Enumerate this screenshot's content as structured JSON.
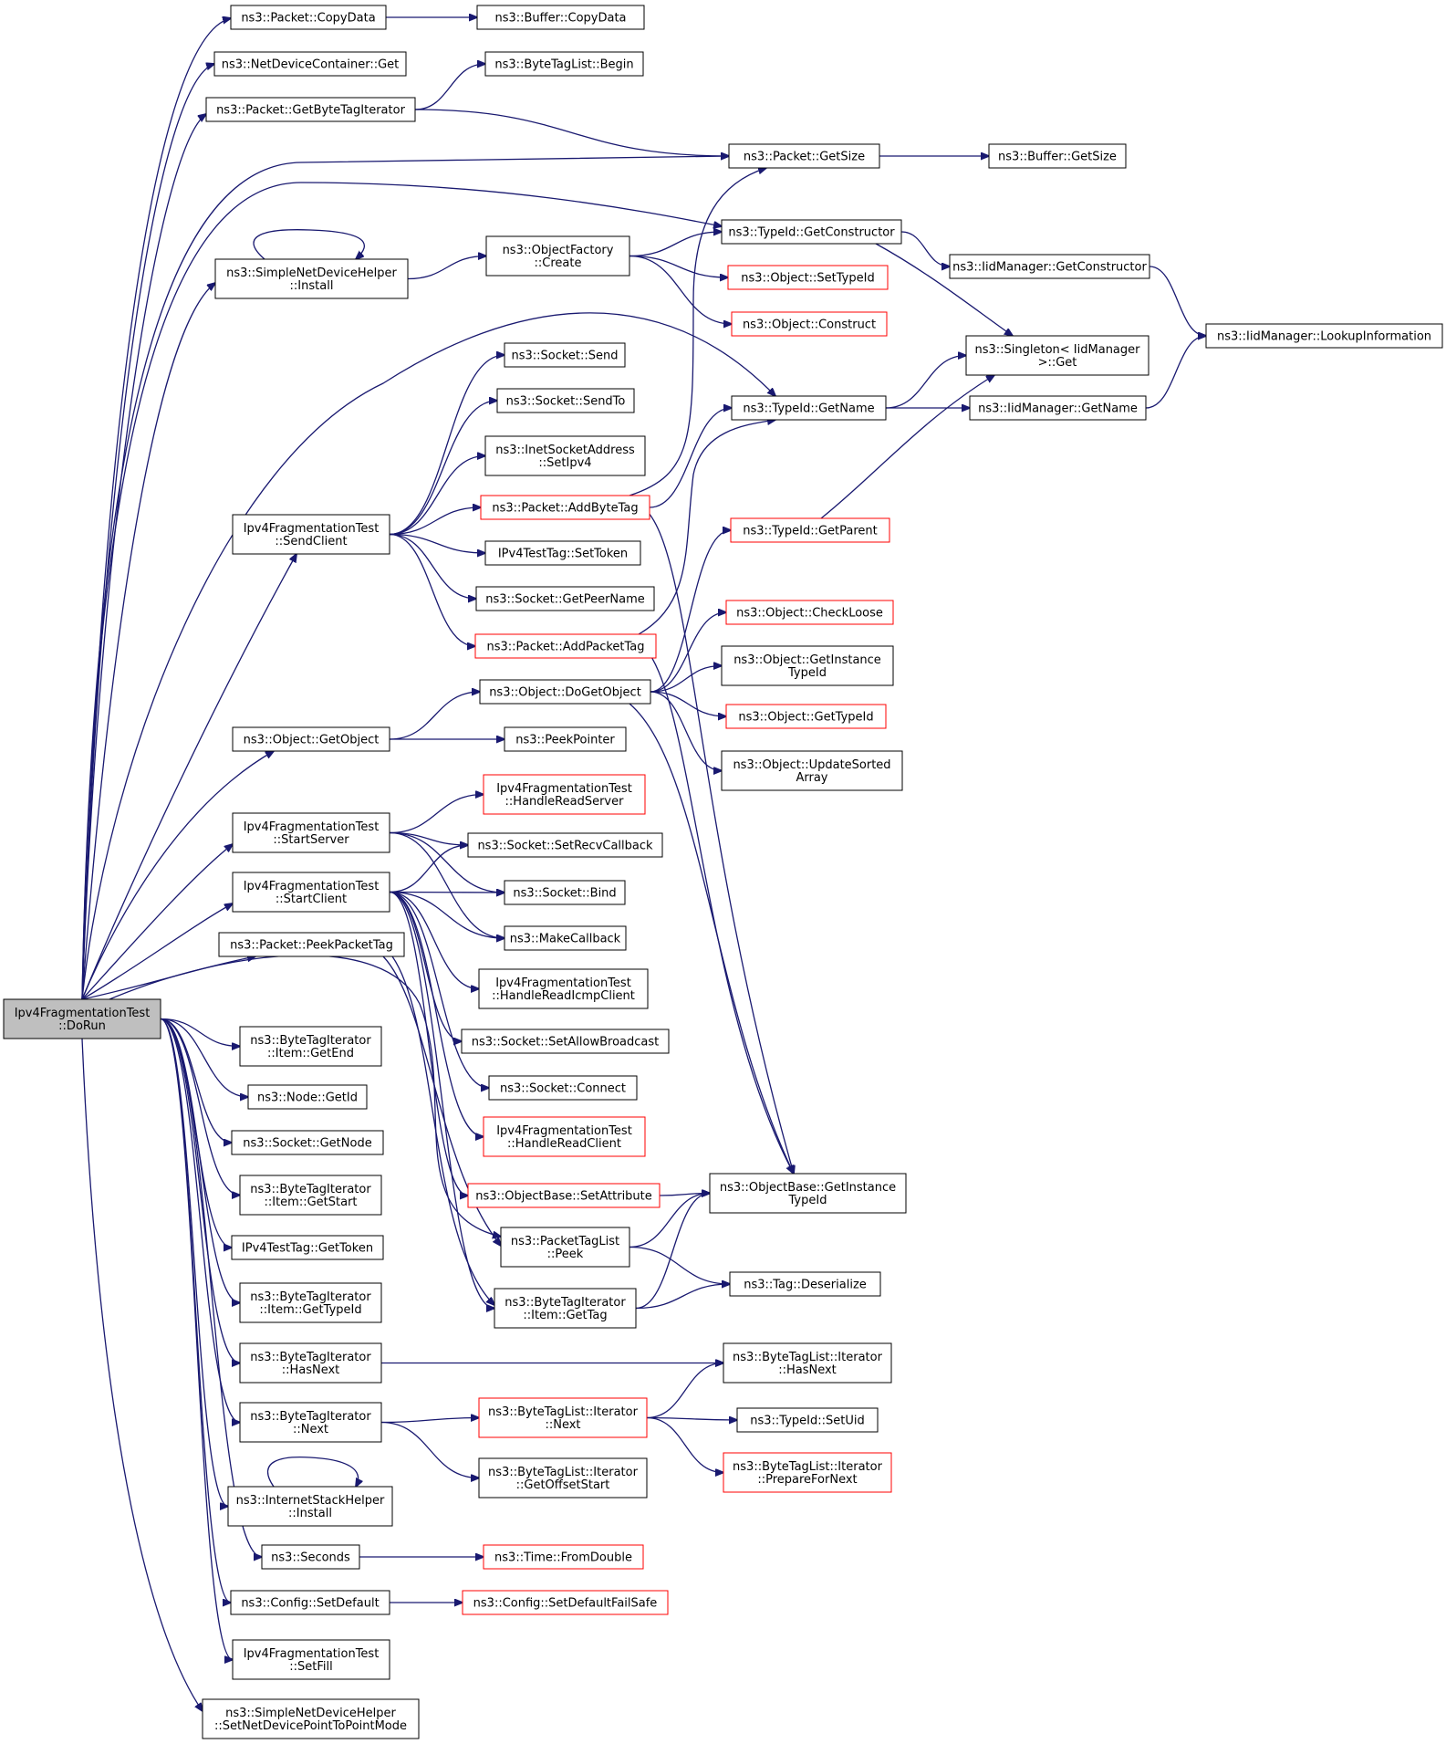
{
  "diagram": {
    "colors": {
      "edge": "#191970",
      "node_border": "#000000",
      "truncated_border": "#ff0000",
      "root_fill": "#bfbfbf",
      "node_fill": "#ffffff"
    },
    "nodes": [
      {
        "id": "root",
        "lines": [
          "Ipv4FragmentationTest",
          "::DoRun"
        ],
        "root": true
      },
      {
        "id": "n1",
        "lines": [
          "ns3::Packet::CopyData"
        ]
      },
      {
        "id": "n2",
        "lines": [
          "ns3::Buffer::CopyData"
        ]
      },
      {
        "id": "n3",
        "lines": [
          "ns3::NetDeviceContainer::Get"
        ]
      },
      {
        "id": "n4",
        "lines": [
          "ns3::Packet::GetByteTagIterator"
        ]
      },
      {
        "id": "n5",
        "lines": [
          "ns3::ByteTagList::Begin"
        ]
      },
      {
        "id": "n6",
        "lines": [
          "ns3::Packet::GetSize"
        ]
      },
      {
        "id": "n7",
        "lines": [
          "ns3::Buffer::GetSize"
        ]
      },
      {
        "id": "n8",
        "lines": [
          "ns3::TypeId::GetConstructor"
        ]
      },
      {
        "id": "n9",
        "lines": [
          "ns3::IidManager::GetConstructor"
        ]
      },
      {
        "id": "n10",
        "lines": [
          "ns3::IidManager::LookupInformation"
        ]
      },
      {
        "id": "n11",
        "lines": [
          "ns3::SimpleNetDeviceHelper",
          "::Install"
        ]
      },
      {
        "id": "n12",
        "lines": [
          "ns3::ObjectFactory",
          "::Create"
        ]
      },
      {
        "id": "n13",
        "lines": [
          "ns3::Object::SetTypeId"
        ],
        "truncated": true
      },
      {
        "id": "n14",
        "lines": [
          "ns3::Object::Construct"
        ],
        "truncated": true
      },
      {
        "id": "n15",
        "lines": [
          "ns3::Singleton< IidManager",
          " >::Get"
        ]
      },
      {
        "id": "n16",
        "lines": [
          "ns3::TypeId::GetName"
        ]
      },
      {
        "id": "n17",
        "lines": [
          "ns3::IidManager::GetName"
        ]
      },
      {
        "id": "n18",
        "lines": [
          "ns3::Socket::Send"
        ]
      },
      {
        "id": "n19",
        "lines": [
          "ns3::Socket::SendTo"
        ]
      },
      {
        "id": "n20",
        "lines": [
          "ns3::InetSocketAddress",
          "::SetIpv4"
        ]
      },
      {
        "id": "n21",
        "lines": [
          "ns3::Packet::AddByteTag"
        ],
        "truncated": true
      },
      {
        "id": "n22",
        "lines": [
          "Ipv4FragmentationTest",
          "::SendClient"
        ]
      },
      {
        "id": "n23",
        "lines": [
          "IPv4TestTag::SetToken"
        ]
      },
      {
        "id": "n24",
        "lines": [
          "ns3::TypeId::GetParent"
        ],
        "truncated": true
      },
      {
        "id": "n25",
        "lines": [
          "ns3::Socket::GetPeerName"
        ]
      },
      {
        "id": "n26",
        "lines": [
          "ns3::Packet::AddPacketTag"
        ],
        "truncated": true
      },
      {
        "id": "n27",
        "lines": [
          "ns3::Object::CheckLoose"
        ],
        "truncated": true
      },
      {
        "id": "n28",
        "lines": [
          "ns3::Object::GetInstance",
          "TypeId"
        ]
      },
      {
        "id": "n29",
        "lines": [
          "ns3::Object::DoGetObject"
        ]
      },
      {
        "id": "n30",
        "lines": [
          "ns3::Object::GetTypeId"
        ],
        "truncated": true
      },
      {
        "id": "n31",
        "lines": [
          "ns3::Object::GetObject"
        ]
      },
      {
        "id": "n32",
        "lines": [
          "ns3::PeekPointer"
        ]
      },
      {
        "id": "n33",
        "lines": [
          "ns3::Object::UpdateSorted",
          "Array"
        ]
      },
      {
        "id": "n34",
        "lines": [
          "Ipv4FragmentationTest",
          "::HandleReadServer"
        ],
        "truncated": true
      },
      {
        "id": "n35",
        "lines": [
          "Ipv4FragmentationTest",
          "::StartServer"
        ]
      },
      {
        "id": "n36",
        "lines": [
          "ns3::Socket::SetRecvCallback"
        ]
      },
      {
        "id": "n37",
        "lines": [
          "Ipv4FragmentationTest",
          "::StartClient"
        ]
      },
      {
        "id": "n38",
        "lines": [
          "ns3::Socket::Bind"
        ]
      },
      {
        "id": "n39",
        "lines": [
          "ns3::MakeCallback"
        ]
      },
      {
        "id": "n40",
        "lines": [
          "ns3::Packet::PeekPacketTag"
        ]
      },
      {
        "id": "n41",
        "lines": [
          "Ipv4FragmentationTest",
          "::HandleReadIcmpClient"
        ]
      },
      {
        "id": "n42",
        "lines": [
          "ns3::ByteTagIterator",
          "::Item::GetEnd"
        ]
      },
      {
        "id": "n43",
        "lines": [
          "ns3::Socket::SetAllowBroadcast"
        ]
      },
      {
        "id": "n44",
        "lines": [
          "ns3::Node::GetId"
        ]
      },
      {
        "id": "n45",
        "lines": [
          "ns3::Socket::Connect"
        ]
      },
      {
        "id": "n46",
        "lines": [
          "ns3::Socket::GetNode"
        ]
      },
      {
        "id": "n47",
        "lines": [
          "Ipv4FragmentationTest",
          "::HandleReadClient"
        ],
        "truncated": true
      },
      {
        "id": "n48",
        "lines": [
          "ns3::ByteTagIterator",
          "::Item::GetStart"
        ]
      },
      {
        "id": "n49",
        "lines": [
          "ns3::ObjectBase::SetAttribute"
        ],
        "truncated": true
      },
      {
        "id": "n50",
        "lines": [
          "ns3::ObjectBase::GetInstance",
          "TypeId"
        ]
      },
      {
        "id": "n51",
        "lines": [
          "IPv4TestTag::GetToken"
        ]
      },
      {
        "id": "n52",
        "lines": [
          "ns3::PacketTagList",
          "::Peek"
        ]
      },
      {
        "id": "n53",
        "lines": [
          "ns3::Tag::Deserialize"
        ]
      },
      {
        "id": "n54",
        "lines": [
          "ns3::ByteTagIterator",
          "::Item::GetTypeId"
        ]
      },
      {
        "id": "n55",
        "lines": [
          "ns3::ByteTagIterator",
          "::Item::GetTag"
        ]
      },
      {
        "id": "n56",
        "lines": [
          "ns3::ByteTagIterator",
          "::HasNext"
        ]
      },
      {
        "id": "n57",
        "lines": [
          "ns3::ByteTagList::Iterator",
          "::HasNext"
        ]
      },
      {
        "id": "n58",
        "lines": [
          "ns3::ByteTagIterator",
          "::Next"
        ]
      },
      {
        "id": "n59",
        "lines": [
          "ns3::ByteTagList::Iterator",
          "::Next"
        ],
        "truncated": true
      },
      {
        "id": "n60",
        "lines": [
          "ns3::TypeId::SetUid"
        ]
      },
      {
        "id": "n61",
        "lines": [
          "ns3::ByteTagList::Iterator",
          "::PrepareForNext"
        ],
        "truncated": true
      },
      {
        "id": "n62",
        "lines": [
          "ns3::ByteTagList::Iterator",
          "::GetOffsetStart"
        ]
      },
      {
        "id": "n63",
        "lines": [
          "ns3::InternetStackHelper",
          "::Install"
        ]
      },
      {
        "id": "n64",
        "lines": [
          "ns3::Seconds"
        ]
      },
      {
        "id": "n65",
        "lines": [
          "ns3::Time::FromDouble"
        ],
        "truncated": true
      },
      {
        "id": "n66",
        "lines": [
          "ns3::Config::SetDefault"
        ]
      },
      {
        "id": "n67",
        "lines": [
          "ns3::Config::SetDefaultFailSafe"
        ],
        "truncated": true
      },
      {
        "id": "n68",
        "lines": [
          "Ipv4FragmentationTest",
          "::SetFill"
        ]
      },
      {
        "id": "n69",
        "lines": [
          "ns3::SimpleNetDeviceHelper",
          "::SetNetDevicePointToPointMode"
        ]
      }
    ]
  }
}
